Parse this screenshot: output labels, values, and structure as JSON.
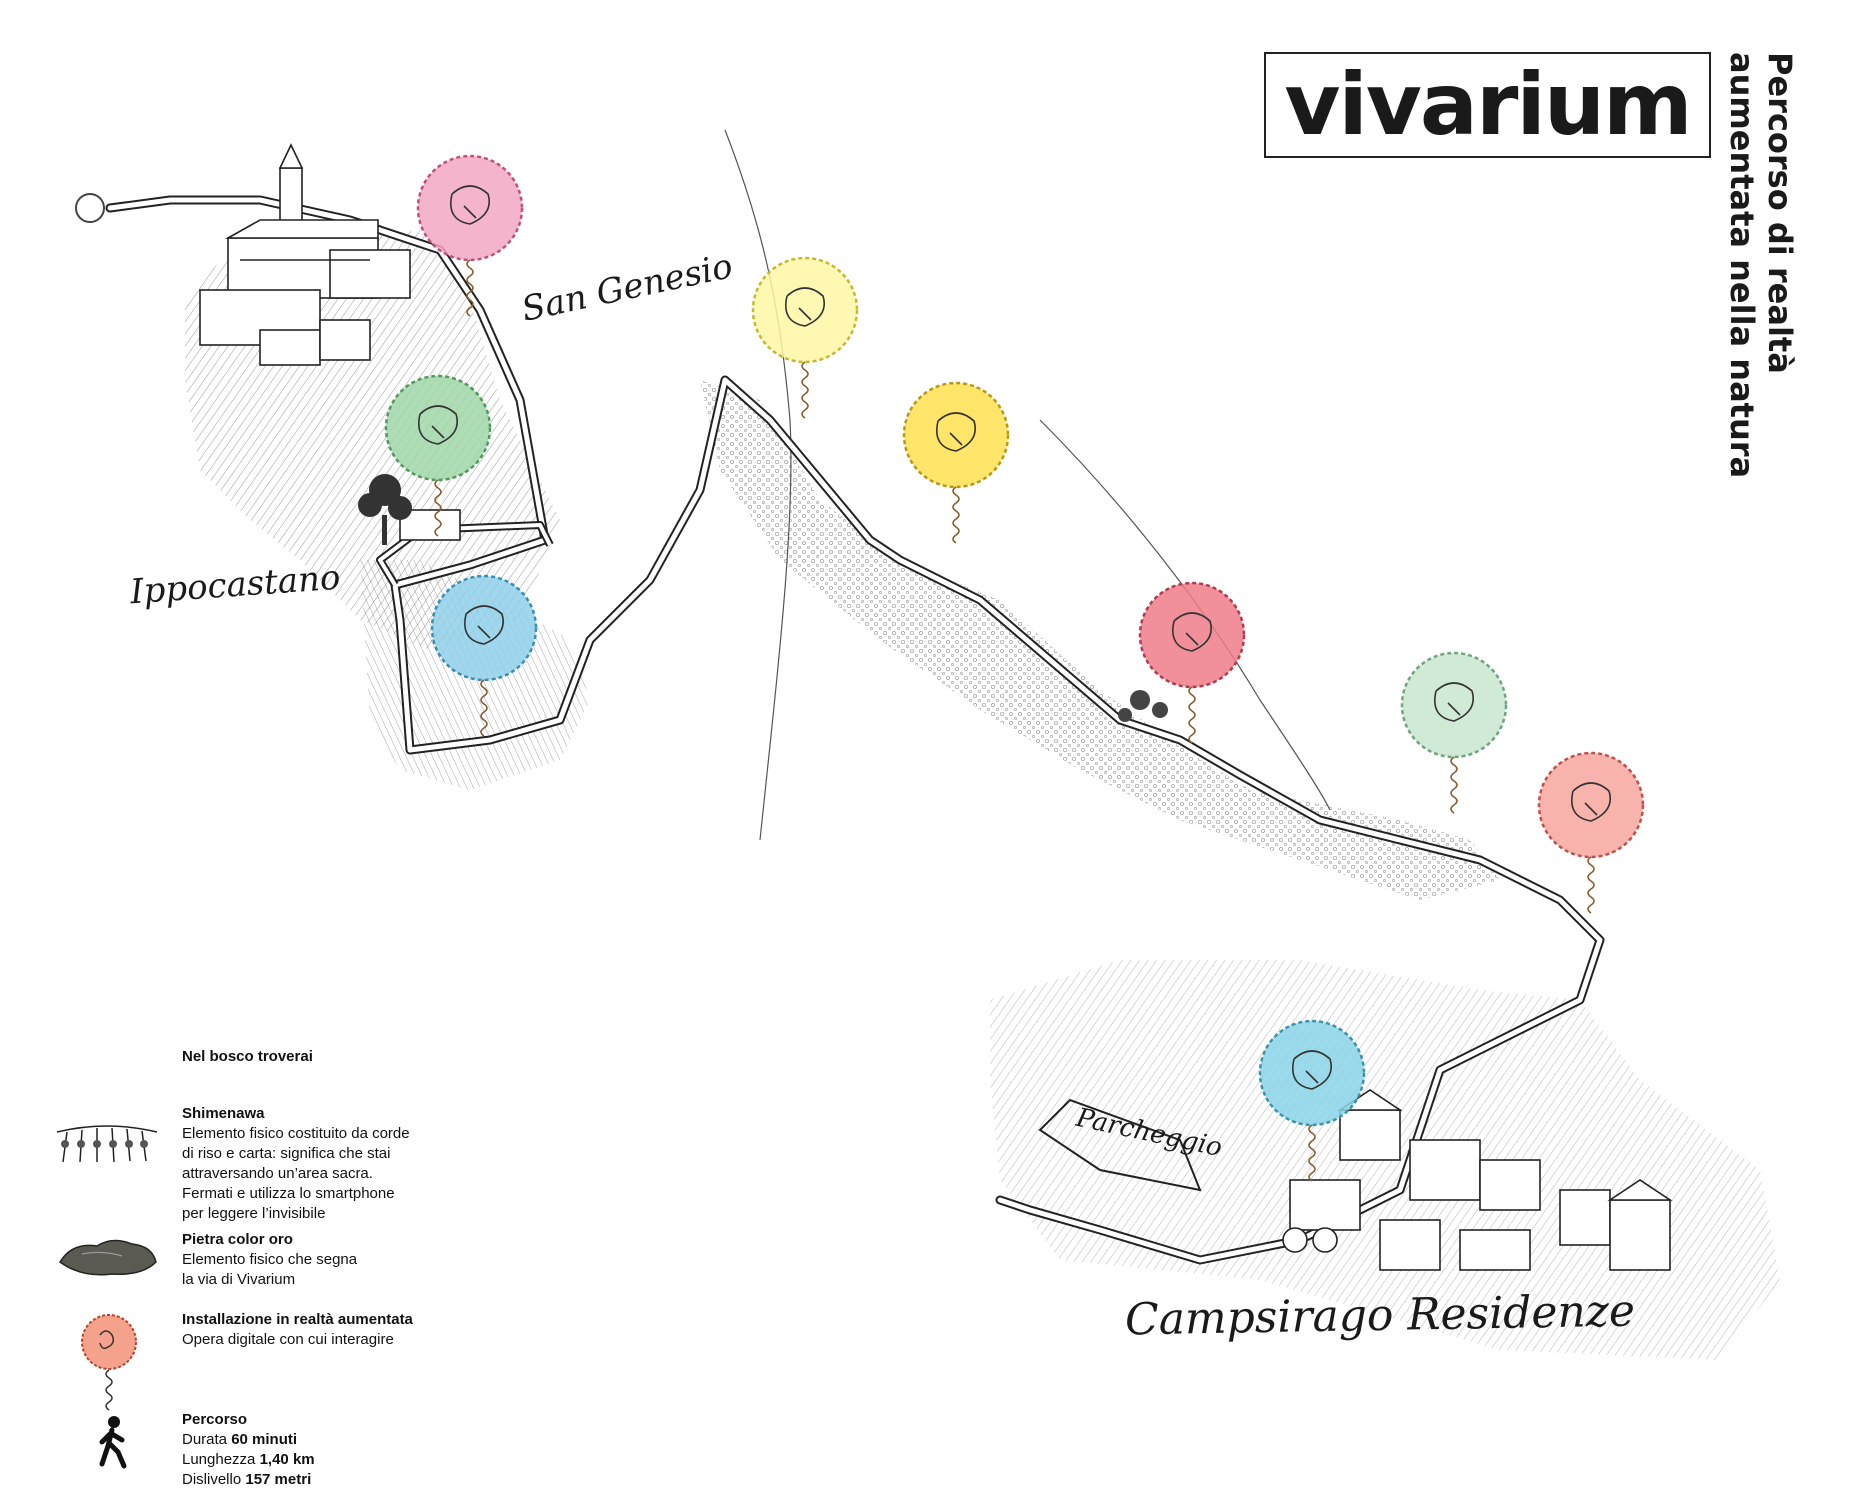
{
  "brand": {
    "name": "vivarium"
  },
  "subtitle": {
    "line1": "Percorso di realtà",
    "line2": "aumentata nella natura"
  },
  "places": {
    "san_genesio": "San Genesio",
    "ippocastano": "Ippocastano",
    "parcheggio": "Parcheggio",
    "campsirago": "Campsirago Residenze"
  },
  "legend": {
    "heading": "Nel bosco troverai",
    "shimenawa": {
      "title": "Shimenawa",
      "lines": [
        "Elemento fisico costituito da corde",
        "di riso e carta: significa che stai",
        "attraversando un’area sacra.",
        "Fermati e utilizza lo smartphone",
        "per leggere l’invisibile"
      ]
    },
    "pietra": {
      "title": "Pietra color oro",
      "lines": [
        "Elemento fisico che segna",
        "la via di Vivarium"
      ]
    },
    "installazione": {
      "title": "Installazione in realtà aumentata",
      "lines": [
        "Opera digitale con cui interagire"
      ]
    },
    "percorso": {
      "title": "Percorso",
      "durata_label": "Durata",
      "durata_value": "60 minuti",
      "lunghezza_label": "Lunghezza",
      "lunghezza_value": "1,40 km",
      "dislivello_label": "Dislivello",
      "dislivello_value": "157 metri"
    }
  },
  "installations": [
    {
      "id": "inst-1",
      "color": "#f2a7c3",
      "ring": "#c0507a"
    },
    {
      "id": "inst-2",
      "color": "#9fd6a8",
      "ring": "#4f9a5c"
    },
    {
      "id": "inst-3",
      "color": "#8fd0ea",
      "ring": "#3a8db3"
    },
    {
      "id": "inst-4",
      "color": "#fff7a6",
      "ring": "#c8b62e"
    },
    {
      "id": "inst-5",
      "color": "#ffe04f",
      "ring": "#b89812"
    },
    {
      "id": "inst-6",
      "color": "#ee7b8a",
      "ring": "#b23a4a"
    },
    {
      "id": "inst-7",
      "color": "#c9e6cf",
      "ring": "#6fa57c"
    },
    {
      "id": "inst-8",
      "color": "#f7a69e",
      "ring": "#c0514a"
    },
    {
      "id": "inst-9",
      "color": "#8ad4e6",
      "ring": "#3a93ad"
    }
  ]
}
